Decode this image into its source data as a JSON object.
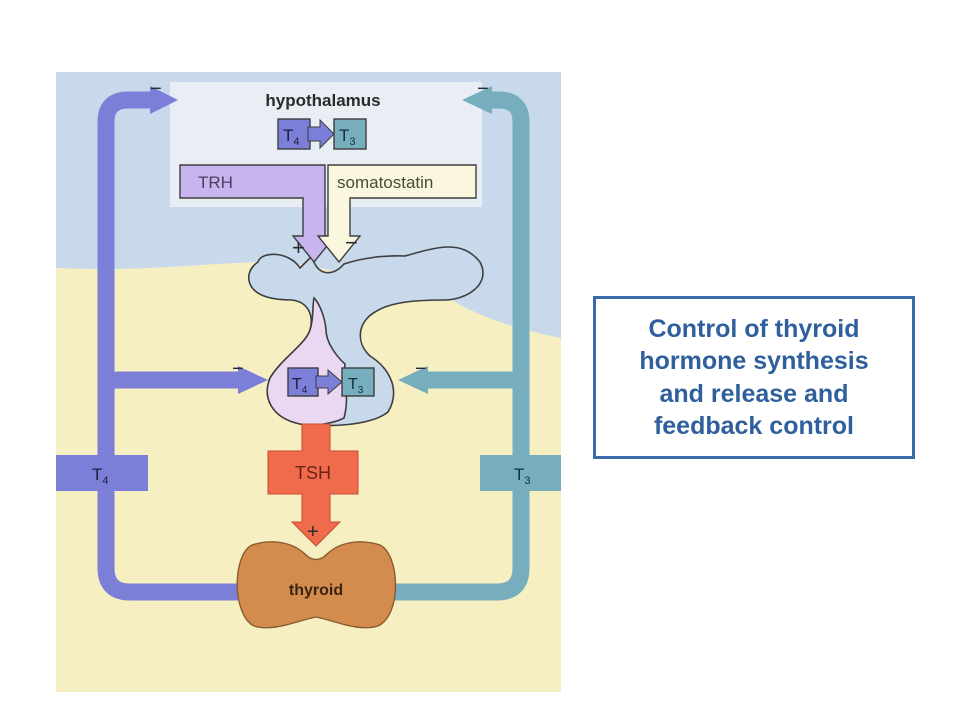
{
  "diagram": {
    "hypothalamus_label": "hypothalamus",
    "trh_label": "TRH",
    "somatostatin_label": "somatostatin",
    "tsh_label": "TSH",
    "thyroid_label": "thyroid",
    "t4_symbol": "T",
    "t4_subscript": "4",
    "t3_symbol": "T",
    "t3_subscript": "3",
    "plus_sign": "+",
    "minus_sign": "−"
  },
  "caption": {
    "text": "Control of thyroid\nhormone synthesis\nand release and\nfeedback control"
  },
  "colors": {
    "hypothalamus_region": "#c8d9ec",
    "pituitary_region": "#f6efc2",
    "t4_pathway": "#7b7fd8",
    "t3_pathway": "#76aebd",
    "trh": "#c8b4ee",
    "somatostatin": "#fbf7df",
    "tsh": "#f06a4c",
    "thyroid": "#d38c4e",
    "caption_border": "#3a6aa8",
    "caption_text": "#2f5f9c"
  }
}
